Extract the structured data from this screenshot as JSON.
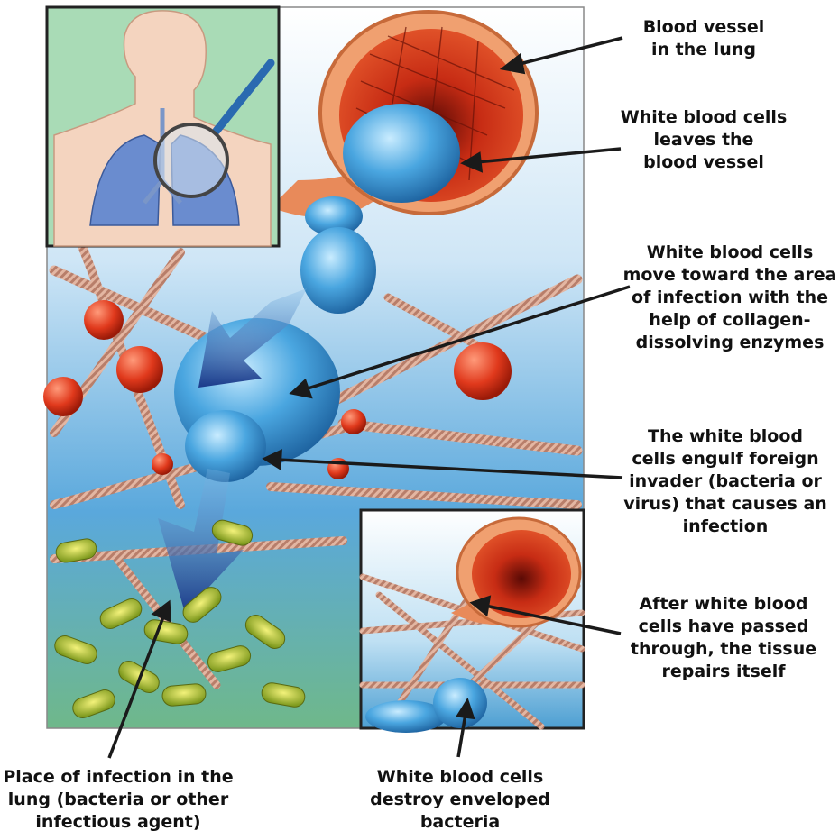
{
  "labels": {
    "blood_vessel": "Blood vessel\nin the lung",
    "wbc_leave": "White blood cells\nleaves the\nblood vessel",
    "wbc_move": "White blood cells\nmove toward the area\nof infection with the\nhelp of collagen-\ndissolving enzymes",
    "wbc_engulf": "The white blood\ncells engulf foreign\ninvader (bacteria or\nvirus) that causes an\ninfection",
    "tissue_repair": "After white blood\ncells have passed\nthrough, the tissue\nrepairs itself",
    "infection_place": "Place of infection in the\nlung (bacteria or other\ninfectious agent)",
    "wbc_destroy": "White blood cells\ndestroy enveloped\nbacteria"
  },
  "colors": {
    "vessel_red": "#d8381e",
    "wbc_blue": "#3f9fd8",
    "bacteria_green": "#b6c93a",
    "collagen": "#d9a48f",
    "inset_green": "#a8d8b0",
    "arrow": "#1a1a1a"
  }
}
